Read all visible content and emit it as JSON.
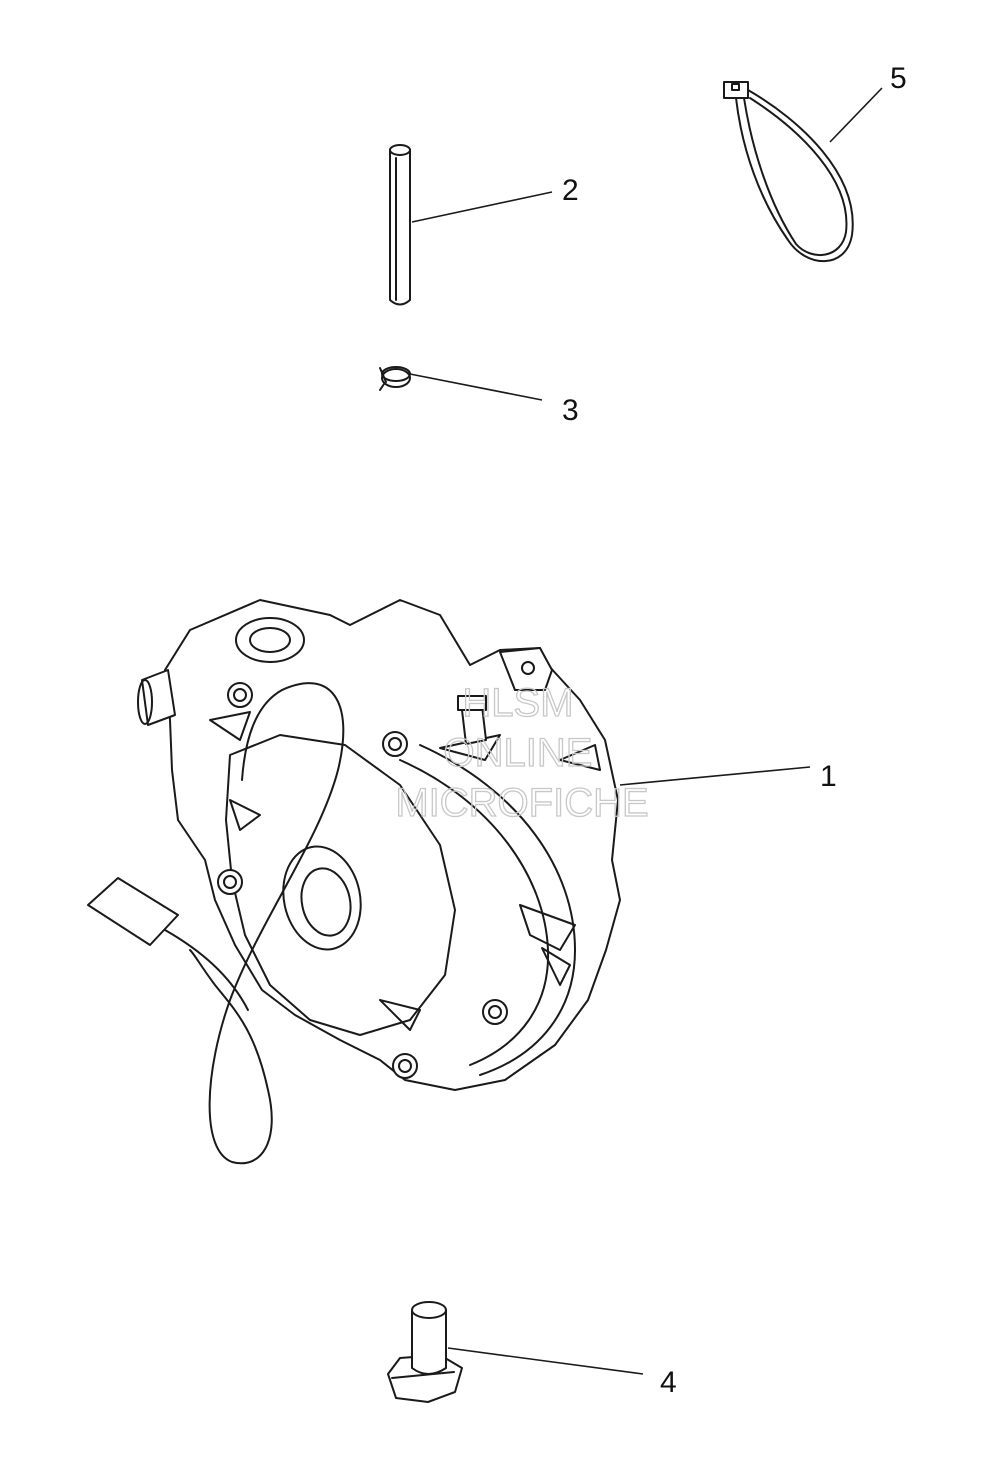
{
  "watermark": {
    "line1": "HLSM",
    "line2": "ONLINE",
    "line3": "MICROFICHE"
  },
  "callouts": {
    "c1": "1",
    "c2": "2",
    "c3": "3",
    "c4": "4",
    "c5": "5"
  },
  "colors": {
    "line": "#1a1a1a",
    "watermark": "#c8c8c8",
    "background": "#ffffff"
  }
}
